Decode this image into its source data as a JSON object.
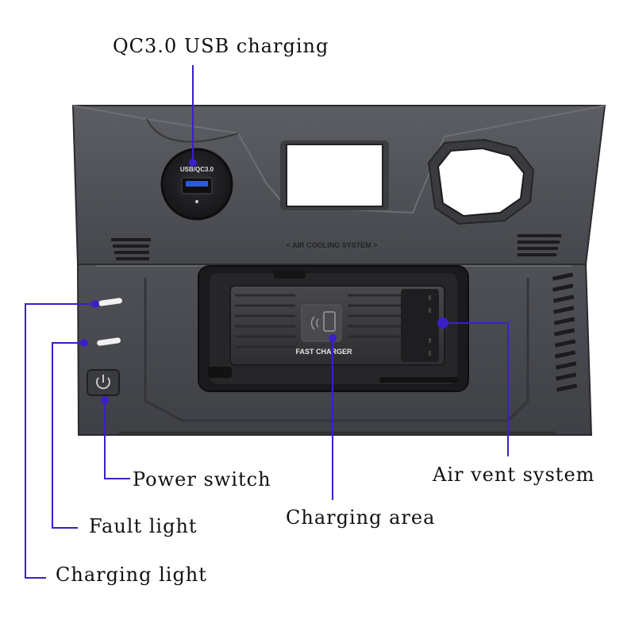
{
  "labels": {
    "usb": "QC3.0 USB charging",
    "power": "Power switch",
    "fault": "Fault light",
    "charging_light": "Charging light",
    "charging_area": "Charging area",
    "air_vent": "Air vent system"
  },
  "device": {
    "port_text": "USB/QC3.0",
    "cooling_text": "< AIR COOLING SYSTEM >",
    "pad_text": "FAST CHARGER"
  },
  "colors": {
    "callout": "#3a1fc9",
    "panel": "#4a4c52",
    "pad": "#2a2a2c",
    "led": "#f2f2f2"
  }
}
